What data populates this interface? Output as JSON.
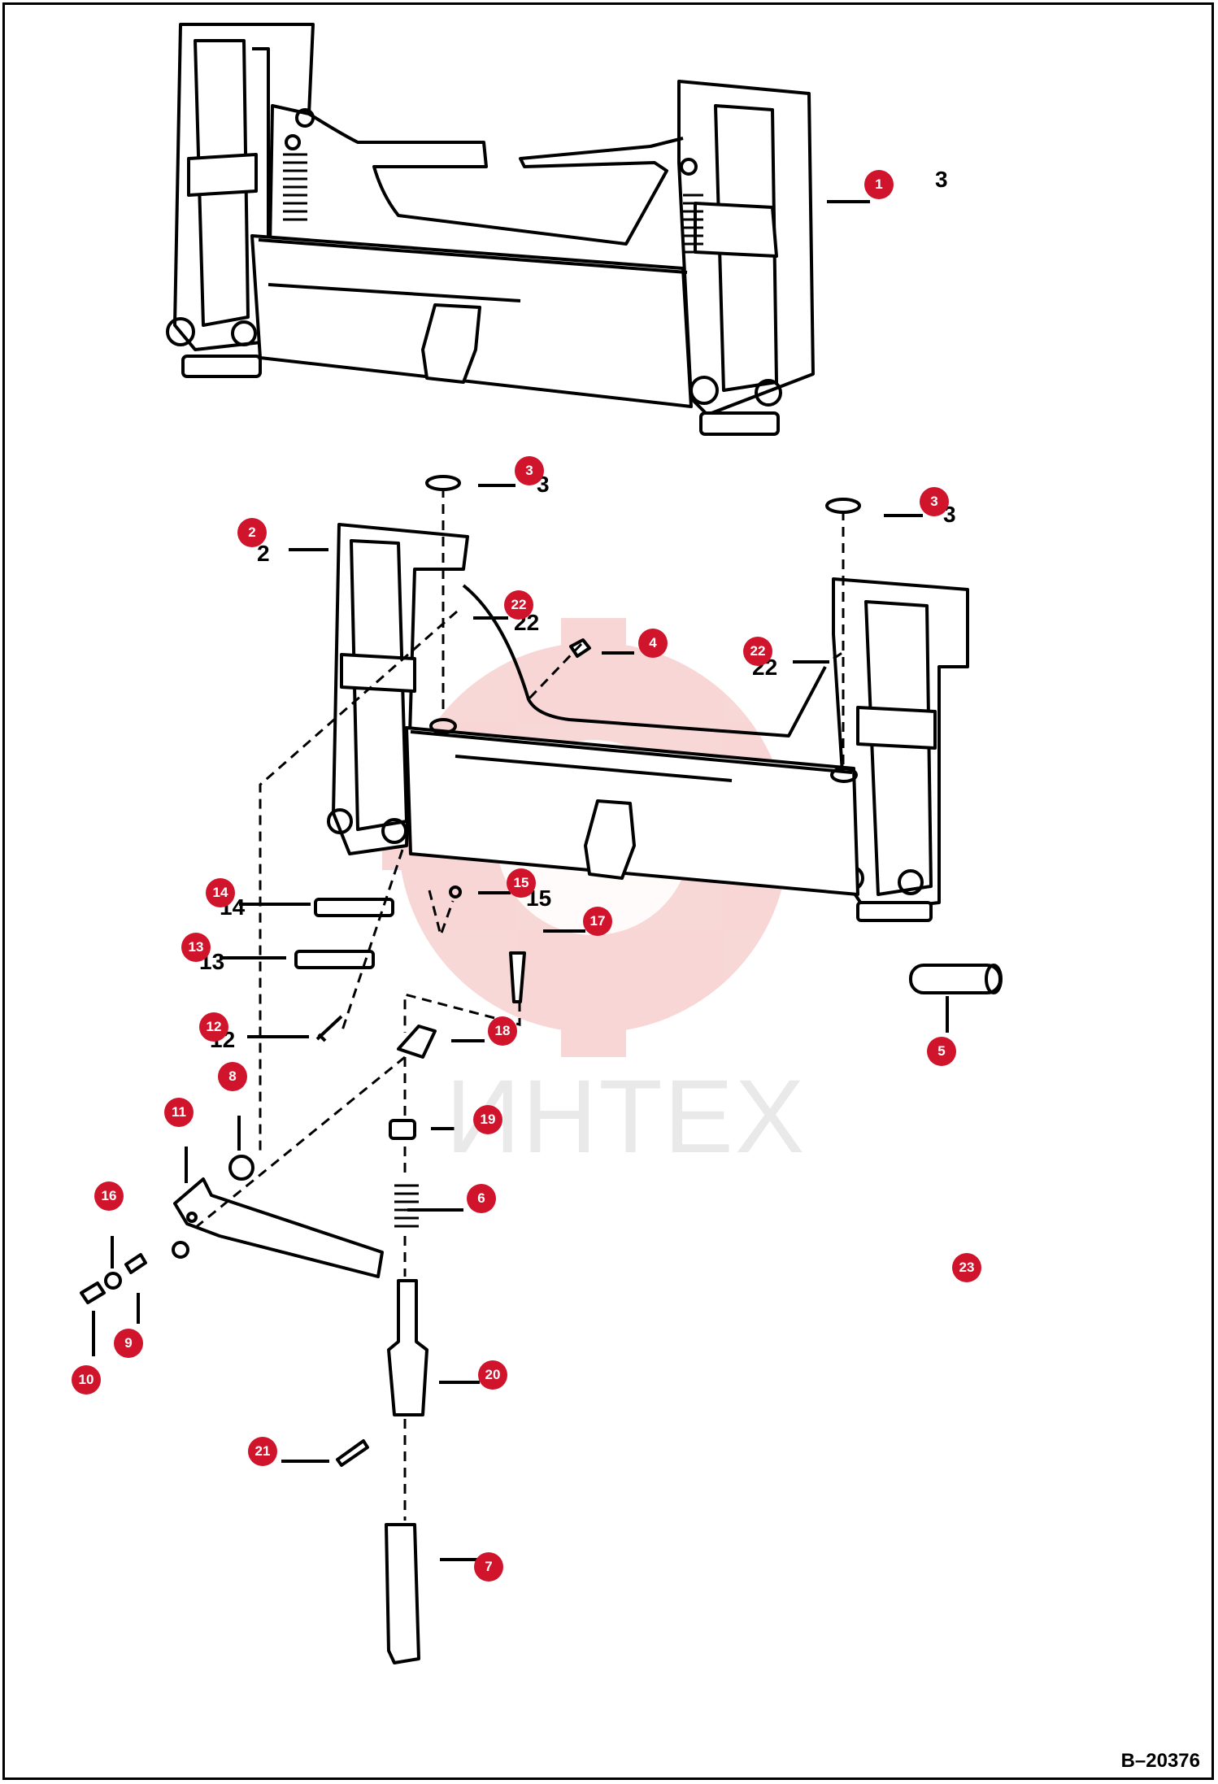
{
  "diagram": {
    "drawing_code": "B–20376",
    "watermark_text": "ИНТЕХ",
    "callouts": [
      {
        "id": "c1",
        "label": "1"
      },
      {
        "id": "c2",
        "label": "2"
      },
      {
        "id": "c3a",
        "label": "3"
      },
      {
        "id": "c3b",
        "label": "3"
      },
      {
        "id": "c4",
        "label": "4"
      },
      {
        "id": "c5",
        "label": "5"
      },
      {
        "id": "c6",
        "label": "6"
      },
      {
        "id": "c7",
        "label": "7"
      },
      {
        "id": "c8",
        "label": "8"
      },
      {
        "id": "c9",
        "label": "9"
      },
      {
        "id": "c10",
        "label": "10"
      },
      {
        "id": "c11",
        "label": "11"
      },
      {
        "id": "c12",
        "label": "12"
      },
      {
        "id": "c13",
        "label": "13"
      },
      {
        "id": "c14",
        "label": "14"
      },
      {
        "id": "c15",
        "label": "15"
      },
      {
        "id": "c16",
        "label": "16"
      },
      {
        "id": "c17",
        "label": "17"
      },
      {
        "id": "c18",
        "label": "18"
      },
      {
        "id": "c19",
        "label": "19"
      },
      {
        "id": "c20",
        "label": "20"
      },
      {
        "id": "c21",
        "label": "21"
      },
      {
        "id": "c22a",
        "label": "22"
      },
      {
        "id": "c22b",
        "label": "22"
      },
      {
        "id": "c23",
        "label": "23"
      }
    ]
  },
  "colors": {
    "callout": "#d0142c",
    "line": "#000000",
    "watermark": "#f4c2c2"
  }
}
